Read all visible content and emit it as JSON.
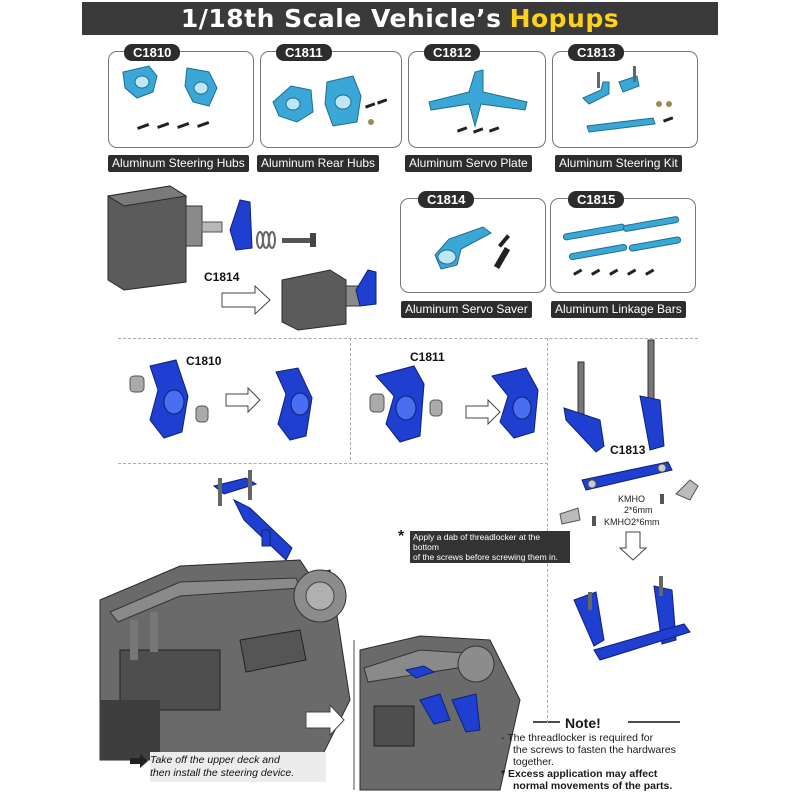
{
  "banner": {
    "title_white": "1/18th Scale Vehicle’s",
    "title_yellow": "Hopups"
  },
  "products": [
    {
      "code": "C1810",
      "caption": "Aluminum Steering Hubs"
    },
    {
      "code": "C1811",
      "caption": "Aluminum Rear Hubs"
    },
    {
      "code": "C1812",
      "caption": "Aluminum Servo Plate"
    },
    {
      "code": "C1813",
      "caption": "Aluminum Steering Kit"
    },
    {
      "code": "C1814",
      "caption": "Aluminum Servo Saver"
    },
    {
      "code": "C1815",
      "caption": "Aluminum Linkage Bars"
    }
  ],
  "callouts": {
    "servo_saver": "C1814",
    "steering_hubs": "C1810",
    "rear_hubs": "C1811",
    "steering_kit": "C1813",
    "screw_kmho_a": "KMHO",
    "screw_kmho_b": "2*6mm",
    "screw_kmho2": "KMHO2*6mm"
  },
  "threadlocker_tip": {
    "star": "*",
    "line1": "Apply a dab of threadlocker at the bottom",
    "line2": "of the screws before screwing them in."
  },
  "deck_instruction": {
    "line1": "Take off the upper deck and",
    "line2": "then install the steering device."
  },
  "note": {
    "title": "Note!",
    "dash_line1": "-  The threadlocker is required for",
    "dash_line2": "the screws to fasten the hardwares",
    "dash_line3": "together.",
    "star_line1": "*  Excess application may affect",
    "star_line2": "normal movements of the parts."
  },
  "colors": {
    "banner_bg": "#3a3a3a",
    "banner_accent": "#ffd21a",
    "part_light_blue": "#3aa7d6",
    "part_dark_blue": "#1f3fd1",
    "chassis_gray": "#5e5e5e"
  }
}
